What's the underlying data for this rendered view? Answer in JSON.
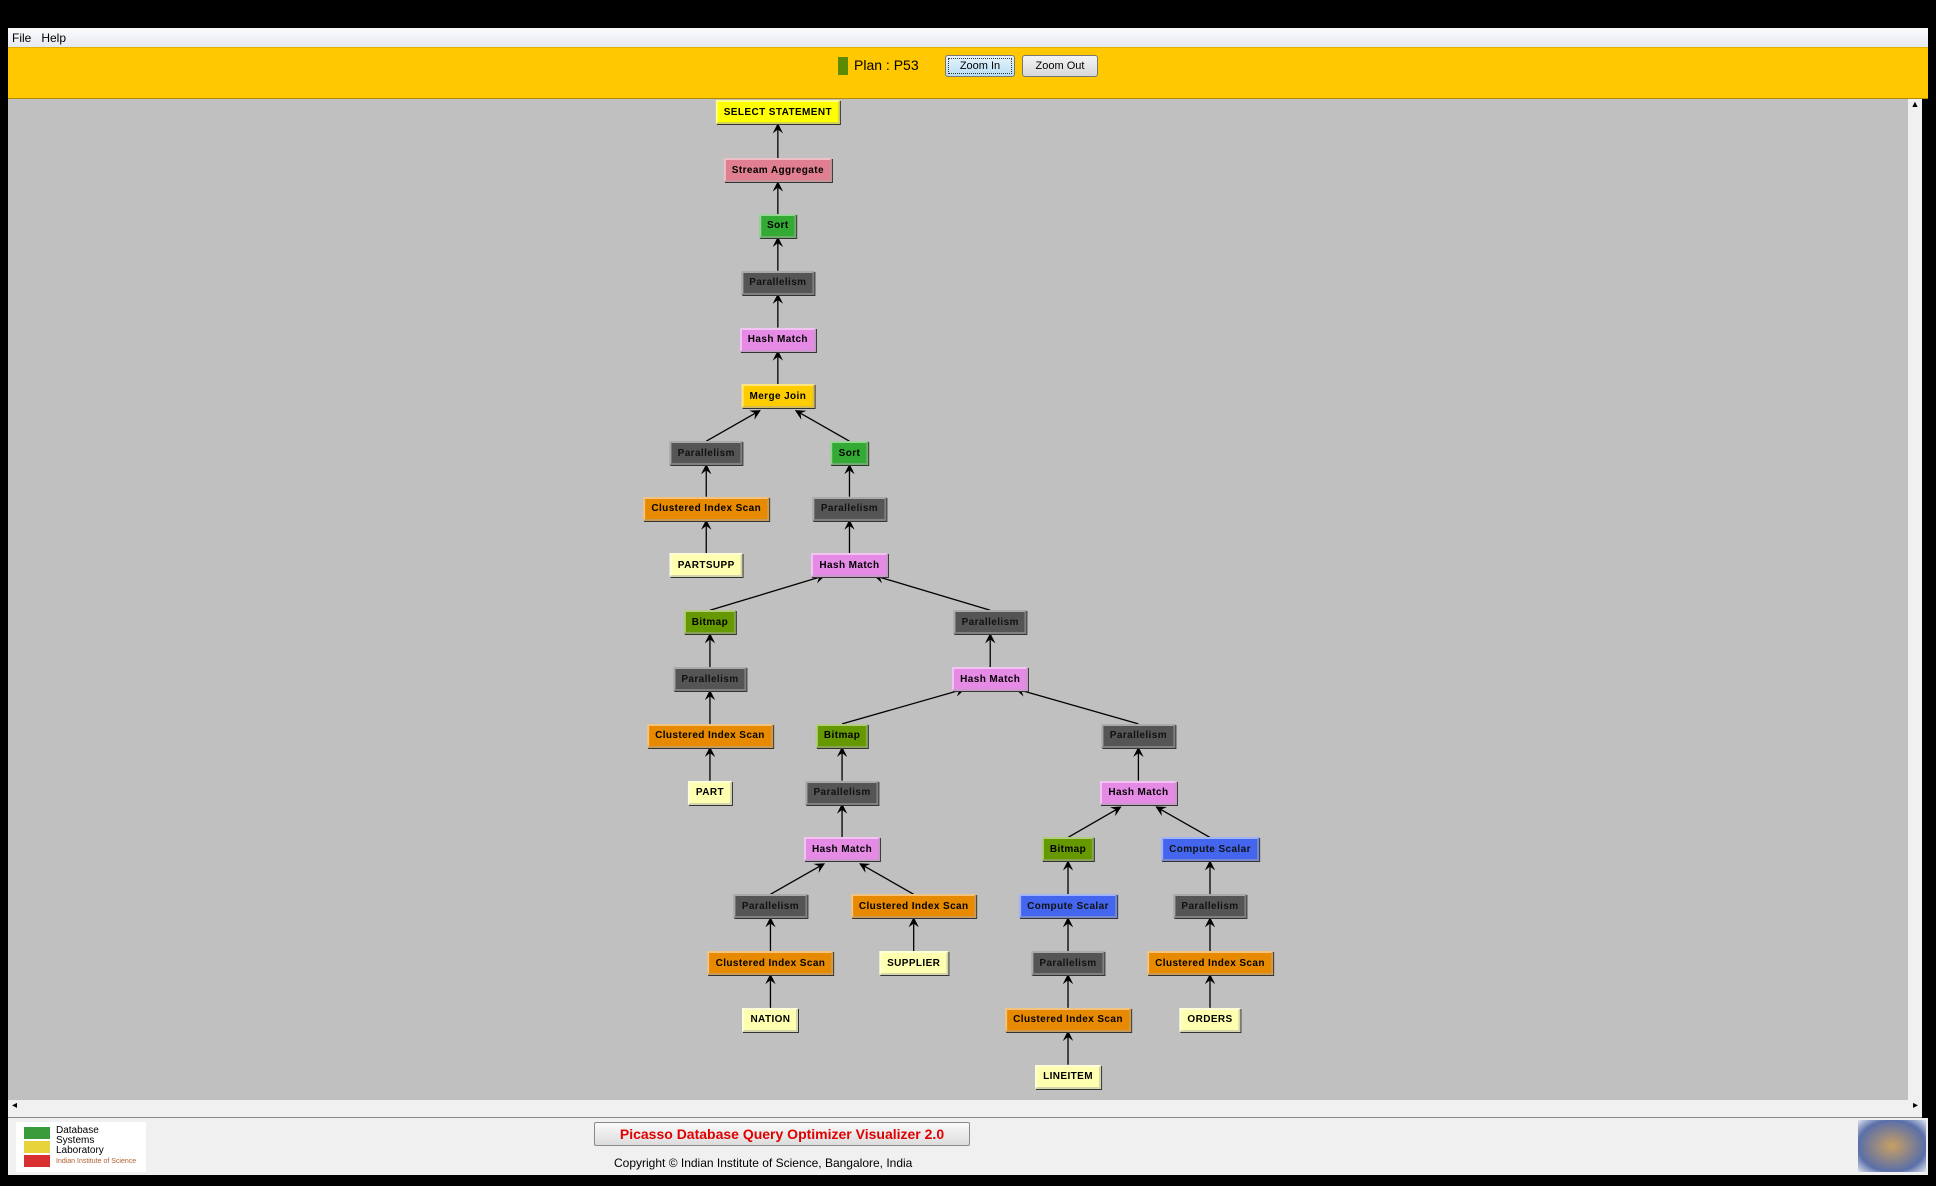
{
  "menu": [
    "File",
    "Help"
  ],
  "toolbar": {
    "plan_label": "Plan : P53",
    "plan_color": "#5c8a00",
    "zoom_in": "Zoom In",
    "zoom_out": "Zoom Out"
  },
  "footer": {
    "title": "Picasso Database Query Optimizer Visualizer 2.0",
    "copyright": "Copyright © Indian Institute of Science, Bangalore, India",
    "logo_text": [
      "Database",
      "Systems",
      "Laboratory",
      "Indian Institute of Science"
    ]
  },
  "colors": {
    "select": "#ffff00",
    "stream": "#e07f8f",
    "sort": "#33aa33",
    "parallel": "#555555",
    "hash": "#e58ae5",
    "merge": "#ffcc00",
    "scan": "#e88a00",
    "table": "#ffffb0",
    "bitmap": "#669900",
    "compute": "#4466ee"
  },
  "nodes": [
    {
      "label": "SELECT STATEMENT",
      "type": "select",
      "parent": null
    },
    {
      "label": "Stream Aggregate",
      "type": "stream",
      "parent": 0
    },
    {
      "label": "Sort",
      "type": "sort",
      "parent": 1
    },
    {
      "label": "Parallelism",
      "type": "parallel",
      "parent": 2
    },
    {
      "label": "Hash Match",
      "type": "hash",
      "parent": 3
    },
    {
      "label": "Merge Join",
      "type": "merge",
      "parent": 4
    },
    {
      "label": "Parallelism",
      "type": "parallel",
      "parent": 5
    },
    {
      "label": "Sort",
      "type": "sort",
      "parent": 5
    },
    {
      "label": "Clustered Index Scan",
      "type": "scan",
      "parent": 6
    },
    {
      "label": "Parallelism",
      "type": "parallel",
      "parent": 7
    },
    {
      "label": "PARTSUPP",
      "type": "table",
      "parent": 8
    },
    {
      "label": "Hash Match",
      "type": "hash",
      "parent": 9
    },
    {
      "label": "Bitmap",
      "type": "bitmap",
      "parent": 11
    },
    {
      "label": "Parallelism",
      "type": "parallel",
      "parent": 11
    },
    {
      "label": "Parallelism",
      "type": "parallel",
      "parent": 12
    },
    {
      "label": "Hash Match",
      "type": "hash",
      "parent": 13
    },
    {
      "label": "Clustered Index Scan",
      "type": "scan",
      "parent": 14
    },
    {
      "label": "Bitmap",
      "type": "bitmap",
      "parent": 15
    },
    {
      "label": "Parallelism",
      "type": "parallel",
      "parent": 15
    },
    {
      "label": "PART",
      "type": "table",
      "parent": 16
    },
    {
      "label": "Parallelism",
      "type": "parallel",
      "parent": 17
    },
    {
      "label": "Hash Match",
      "type": "hash",
      "parent": 18
    },
    {
      "label": "Hash Match",
      "type": "hash",
      "parent": 20
    },
    {
      "label": "Bitmap",
      "type": "bitmap",
      "parent": 21
    },
    {
      "label": "Compute Scalar",
      "type": "compute",
      "parent": 21
    },
    {
      "label": "Parallelism",
      "type": "parallel",
      "parent": 22
    },
    {
      "label": "Clustered Index Scan",
      "type": "scan",
      "parent": 22
    },
    {
      "label": "Compute Scalar",
      "type": "compute",
      "parent": 23
    },
    {
      "label": "Parallelism",
      "type": "parallel",
      "parent": 24
    },
    {
      "label": "Clustered Index Scan",
      "type": "scan",
      "parent": 25
    },
    {
      "label": "SUPPLIER",
      "type": "table",
      "parent": 26
    },
    {
      "label": "Parallelism",
      "type": "parallel",
      "parent": 27
    },
    {
      "label": "Clustered Index Scan",
      "type": "scan",
      "parent": 28
    },
    {
      "label": "NATION",
      "type": "table",
      "parent": 29
    },
    {
      "label": "Clustered Index Scan",
      "type": "scan",
      "parent": 31
    },
    {
      "label": "ORDERS",
      "type": "table",
      "parent": 32
    },
    {
      "label": "LINEITEM",
      "type": "table",
      "parent": 34
    }
  ]
}
